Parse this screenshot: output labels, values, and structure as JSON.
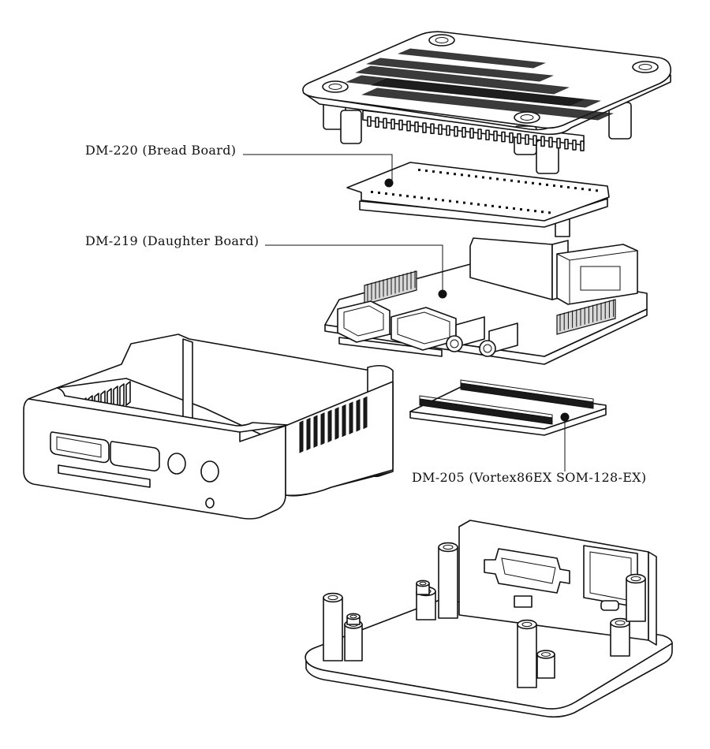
{
  "figure": {
    "description_labels": {
      "bread_board": "DM-220 (Bread Board)",
      "daughter_board": "DM-219 (Daughter Board)",
      "som_board": "DM-205 (Vortex86EX SOM-128-EX)"
    }
  }
}
